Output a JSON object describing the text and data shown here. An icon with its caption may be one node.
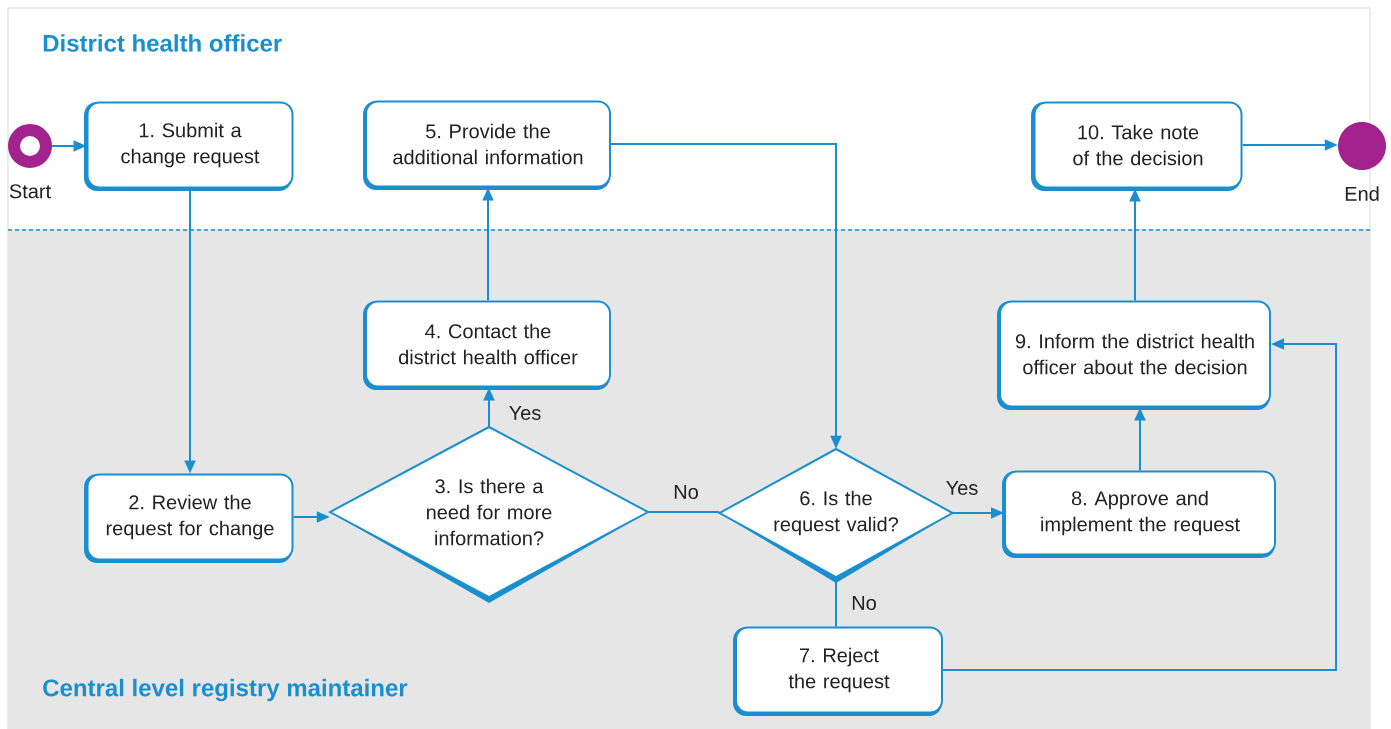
{
  "diagram": {
    "nodes": [
      {
        "text": [
          "District health officer"
        ]
      },
      {
        "text": [
          "Central level registry maintainer"
        ]
      },
      {
        "text": [],
        "shape": "circle",
        "beside": [
          "Start"
        ],
        "in": 0
      },
      {
        "text": [
          "1. Submit a change request"
        ],
        "in": 0
      },
      {
        "text": [
          "5. Provide the additional information"
        ],
        "in": 0
      },
      {
        "text": [
          "10. Take note of the decision"
        ],
        "in": 0
      },
      {
        "text": [],
        "shape": "circle",
        "beside": [
          "End"
        ],
        "in": 0
      },
      {
        "text": [
          "2. Review the request for change"
        ],
        "in": 1
      },
      {
        "text": [
          "4. Contact the district health officer"
        ],
        "in": 1
      },
      {
        "text": [
          "3. Is there a need for more information?"
        ],
        "in": 1
      },
      {
        "text": [
          "9. Inform the district health officer about the decision"
        ],
        "in": 1
      },
      {
        "text": [
          "6. Is the request valid?"
        ],
        "in": 1
      },
      {
        "text": [
          "8. Approve and implement the request"
        ],
        "in": 1
      },
      {
        "text": [
          "7. Reject the request"
        ],
        "in": 1
      }
    ],
    "edges": [
      {
        "from": 2,
        "to": 3,
        "arrow": "to"
      },
      {
        "from": 3,
        "to": 7,
        "arrow": "to"
      },
      {
        "from": 7,
        "to": 9,
        "arrow": "to"
      },
      {
        "from": 9,
        "to": 8,
        "arrow": "to",
        "label": "Yes"
      },
      {
        "from": 8,
        "to": 4,
        "arrow": "to"
      },
      {
        "from": 4,
        "to": 11,
        "arrow": "to"
      },
      {
        "from": 9,
        "to": 11,
        "arrow": "none",
        "label": "No"
      },
      {
        "from": 11,
        "to": 12,
        "arrow": "to",
        "label": "Yes"
      },
      {
        "from": 11,
        "to": 13,
        "arrow": "none",
        "label": "No"
      },
      {
        "from": 13,
        "to": 10,
        "arrow": "to"
      },
      {
        "from": 12,
        "to": 10,
        "arrow": "to"
      },
      {
        "from": 10,
        "to": 5,
        "arrow": "to"
      },
      {
        "from": 5,
        "to": 6,
        "arrow": "to"
      }
    ]
  }
}
